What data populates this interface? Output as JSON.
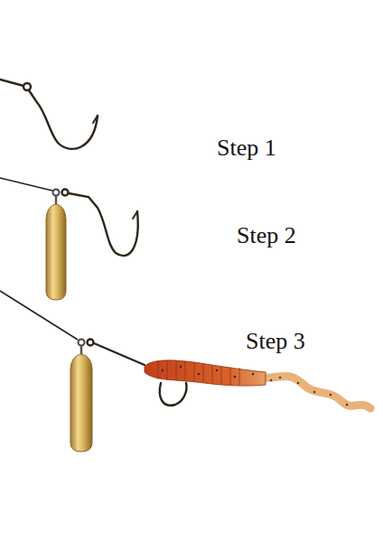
{
  "diagram": {
    "labels": [
      "Step 1",
      "Step 2",
      "Step 3"
    ]
  }
}
